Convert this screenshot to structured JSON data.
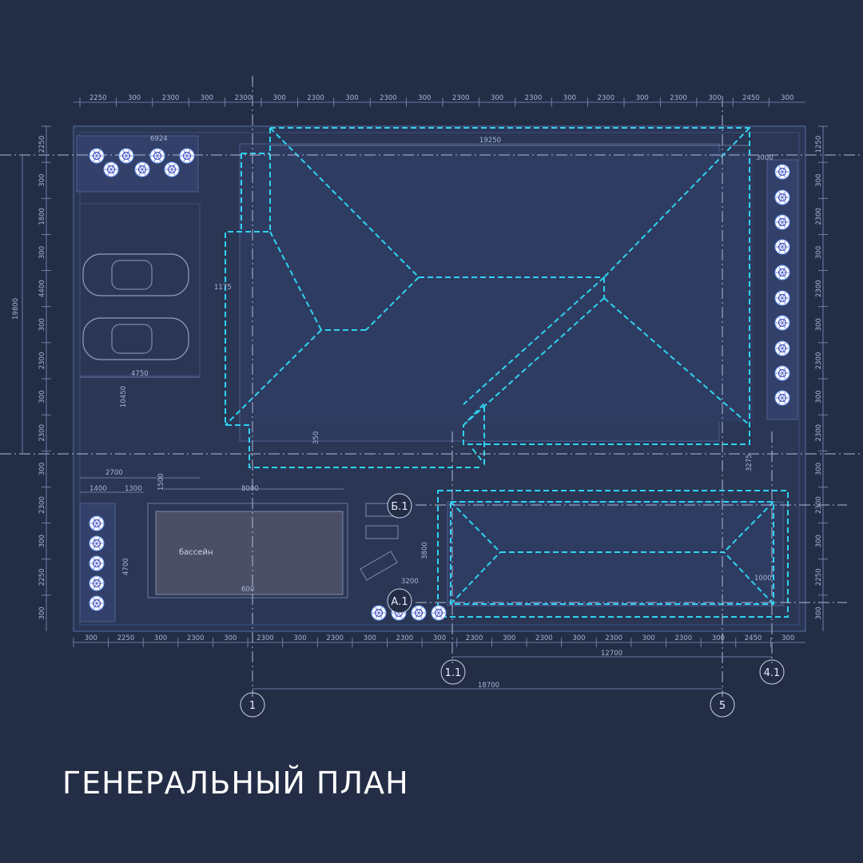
{
  "title": "ГЕНЕРАЛЬНЫЙ ПЛАН",
  "labels": {
    "pool": "бассейн",
    "axis_1": "1",
    "axis_5": "5",
    "axis_1_1": "1.1",
    "axis_4_1": "4.1",
    "axis_b1": "Б.1",
    "axis_a1": "А.1"
  },
  "dims": {
    "top": [
      "2250",
      "300",
      "2300",
      "300",
      "2300",
      "300",
      "2300",
      "300",
      "2300",
      "300",
      "2300",
      "300",
      "2300",
      "300",
      "2300",
      "300",
      "2300",
      "300",
      "2450",
      "300"
    ],
    "bottom": [
      "300",
      "2250",
      "300",
      "2300",
      "300",
      "2300",
      "300",
      "2300",
      "300",
      "2300",
      "300",
      "2300",
      "300",
      "2300",
      "300",
      "2300",
      "300",
      "2300",
      "300",
      "2450",
      "300"
    ],
    "left": [
      "2250",
      "300",
      "1800",
      "300",
      "4400",
      "300",
      "2300",
      "300",
      "2300",
      "300",
      "2300",
      "300",
      "2250",
      "300"
    ],
    "right": [
      "1250",
      "300",
      "2300",
      "300",
      "2300",
      "300",
      "2300",
      "300",
      "2300",
      "300",
      "2300",
      "300",
      "2250",
      "300"
    ],
    "d19250": "19250",
    "d3000": "3000",
    "d6924": "6924",
    "d4750": "4750",
    "d10450": "10450",
    "d19800": "19800",
    "d2700": "2700",
    "d1400": "1400",
    "d1300": "1300",
    "d1500": "1500",
    "d8000": "8000",
    "d4700": "4700",
    "d3800": "3800",
    "d3200": "3200",
    "d12700": "12700",
    "d18700": "18700",
    "d3275": "3275",
    "d1000": "1000",
    "d1175": "1175",
    "d350": "350",
    "d600": "600"
  },
  "colors": {
    "background": "#232d46",
    "roof_dashed": "#2ed3f0",
    "dimension_lines": "#7f93bf",
    "title": "#ffffff"
  }
}
